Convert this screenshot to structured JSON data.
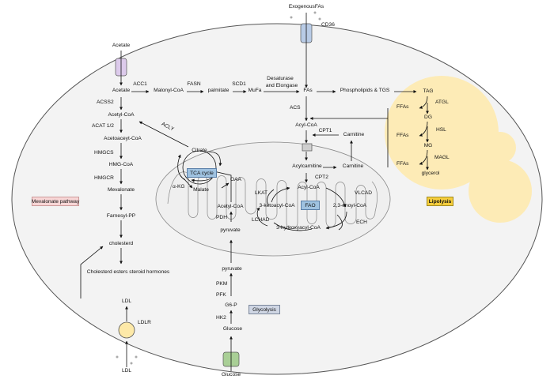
{
  "transport": {
    "exogenous_fas": "ExogenousFAs",
    "cd36": "CD36",
    "acetate_in": "Acetate",
    "ldl_in": "LDL",
    "ldlr": "LDLR",
    "ldl": "LDL",
    "glucose_in": "Glucose"
  },
  "lipogenesis": {
    "acetate": "Acetate",
    "acc1": "ACC1",
    "malonyl_coa": "Malonyl-CoA",
    "fasn": "FASN",
    "palmitate": "palmitate",
    "scd1": "SCD1",
    "mufa": "MuFa",
    "desaturase_line1": "Desaturase",
    "desaturase_line2": "and Elongase",
    "fas": "FAs",
    "phospholipids_tgs": "Phospholipids & TGS"
  },
  "mevalonate": {
    "acss2": "ACSS2",
    "acetyl_coa": "Acetyl-CoA",
    "acat": "ACAT 1/2",
    "acetoacetyl_coa": "Acetoaceyt-CoA",
    "hmgcs": "HMGCS",
    "hmg_coa": "HMG-CoA",
    "hmgcr": "HMGCR",
    "mevalonate": "Mevalonate",
    "farnesyl_pp": "Farnesyl-PP",
    "cholesterol": "cholesterd",
    "esters": "Cholesterd esters steroid hormones",
    "pathway_label": "Mevalonate pathway",
    "acly": "ACLY"
  },
  "mitochondrion": {
    "citrate": "Citrate",
    "tca_cycle": "TCA cycle",
    "akg": "α-KG",
    "malate": "Malate",
    "oaa": "OAA",
    "acetyl_coa": "Acetyl-CoA",
    "pdh": "PDH",
    "pyruvate": "pyruvate"
  },
  "fao": {
    "acs": "ACS",
    "acyl_coa": "Acyl-CoA",
    "cpt1": "CPT1",
    "carnitine_top": "Carnitine",
    "acylcarnitine": "Acylcarnitine",
    "carnitine": "Carnitine",
    "cpt2": "CPT2",
    "acyl_coa_inner": "Acyl-CoA",
    "lkat": "LKAT",
    "vlcad": "VLCAD",
    "ketoacyl": "3-ketoacyl-CoA",
    "fao_box": "FAO",
    "enoyl": "2,3-enoyl-CoA",
    "lchad": "LCHAD",
    "ech": "ECH",
    "hydroxyacyl": "3-hydroxyacyl-CoA"
  },
  "lipolysis": {
    "tag": "TAG",
    "atgl": "ATGL",
    "ffas1": "FFAs",
    "dg": "DG",
    "hsl": "HSL",
    "ffas2": "FFAs",
    "mg": "MG",
    "magl": "MAGL",
    "ffas3": "FFAs",
    "glycerol": "glycerol",
    "label": "Lipolysis"
  },
  "glycolysis": {
    "pyruvate": "pyruvate",
    "pkm": "PKM",
    "pfk": "PFK",
    "g6p": "G6-P",
    "hk2": "HK2",
    "glucose": "Glucose",
    "label": "Glycolysis"
  },
  "colors": {
    "cell_fill": "#f3f3f3",
    "lipid_droplet": "#fdebb6",
    "mito_fill": "#efefef",
    "tca_box": "#9fc2e0",
    "fao_box": "#9fc2e0",
    "mevalonate_box": "#f8d6d6",
    "lipolysis_box": "#f5cd3c",
    "glycolysis_box": "#cfd6e4",
    "acetate_transporter": "#dccaeb",
    "cd36_transporter": "#b8cbe6",
    "glut_transporter": "#a9cf96",
    "ldlr_receptor": "#fde9a8"
  }
}
